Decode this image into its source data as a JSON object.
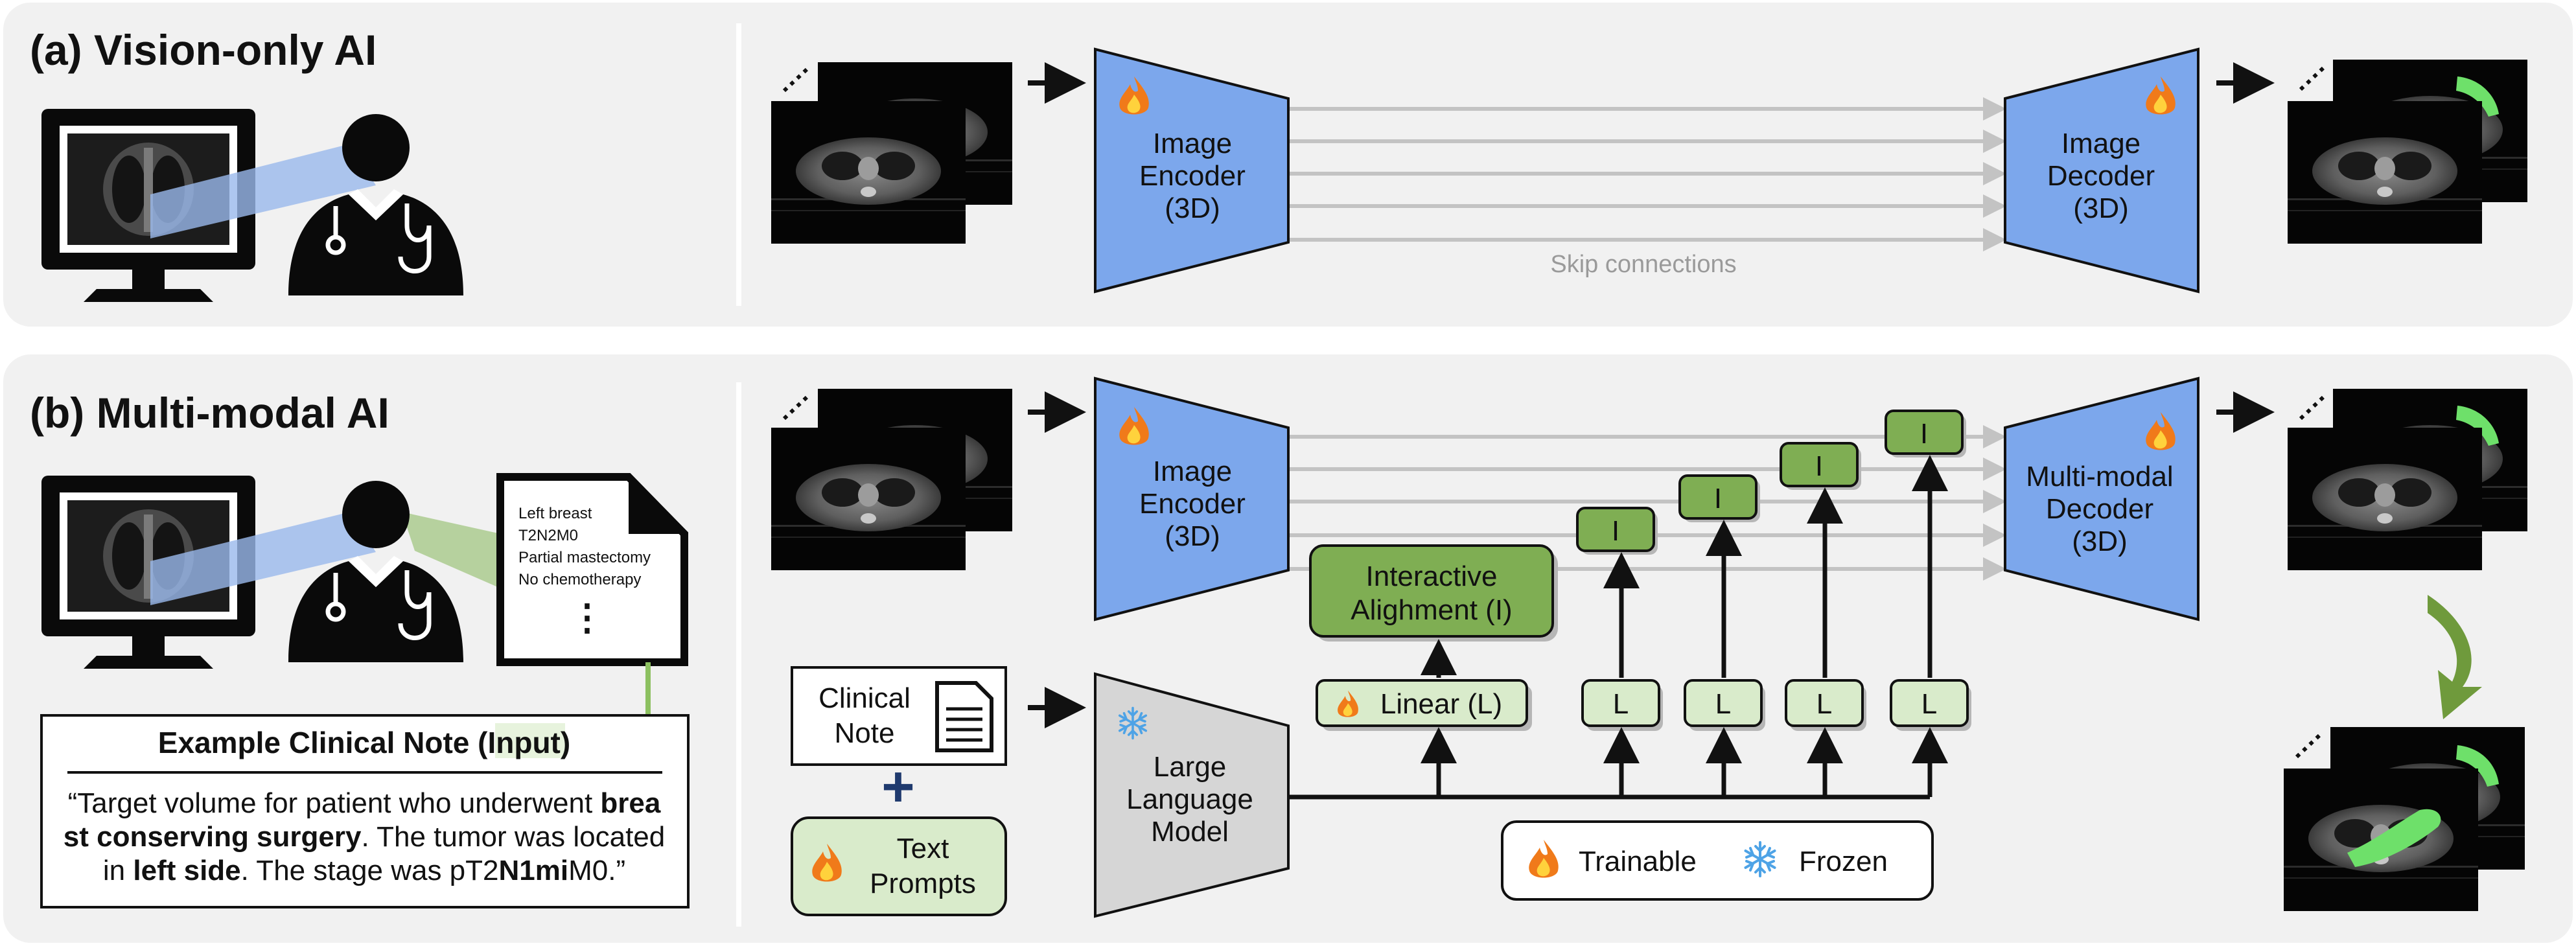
{
  "panel_a": {
    "title": "(a) Vision-only AI",
    "encoder": [
      "Image",
      "Encoder",
      "(3D)"
    ],
    "decoder": [
      "Image",
      "Decoder",
      "(3D)"
    ],
    "skip_label": "Skip connections"
  },
  "panel_b": {
    "title": "(b) Multi-modal AI",
    "encoder": [
      "Image",
      "Encoder",
      "(3D)"
    ],
    "decoder": [
      "Multi-modal",
      "Decoder",
      "(3D)"
    ],
    "note_doc_lines": [
      "Left breast",
      "T2N2M0",
      "Partial mastectomy",
      "No chemotherapy"
    ],
    "note_doc_ellipsis": "⋮",
    "example_note": {
      "title_pre": "Example Clinical Note (",
      "title_highlight": "Input",
      "title_post": ")",
      "line1": [
        {
          "t": "“Target volume for patient who underwent ",
          "b": false
        },
        {
          "t": "brea",
          "b": true
        }
      ],
      "line2": [
        {
          "t": "st conserving surgery",
          "b": true
        },
        {
          "t": ". The tumor was located",
          "b": false
        }
      ],
      "line3": [
        {
          "t": "in ",
          "b": false
        },
        {
          "t": "left side",
          "b": true
        },
        {
          "t": ". The stage was pT2",
          "b": false
        },
        {
          "t": "N1mi",
          "b": true
        },
        {
          "t": "M0.”",
          "b": false
        }
      ]
    },
    "clinical_note": [
      "Clinical",
      "Note"
    ],
    "plus": "+",
    "text_prompts": [
      "Text",
      "Prompts"
    ],
    "llm": [
      "Large",
      "Language",
      "Model"
    ],
    "interactive_alignment": [
      "Interactive",
      "Alighment (I)"
    ],
    "linear": "Linear (L)",
    "l_label": "L",
    "i_label": "I",
    "legend": {
      "trainable": "Trainable",
      "frozen": "Frozen"
    }
  },
  "colors": {
    "panel_bg": "#f1f1f1",
    "encoder_blue": "#7ca7ec",
    "green_dark": "#7fae53",
    "green_light": "#d9ebcb",
    "llm_gray": "#d6d6d6",
    "skip_gray": "#c3c3c3",
    "highlight": "#e7f3dd",
    "big_arrow": "#6f9a3c"
  },
  "icons": [
    "monitor-icon",
    "doctor-icon",
    "stethoscope-icon",
    "document-icon",
    "flame-icon",
    "snowflake-icon"
  ]
}
